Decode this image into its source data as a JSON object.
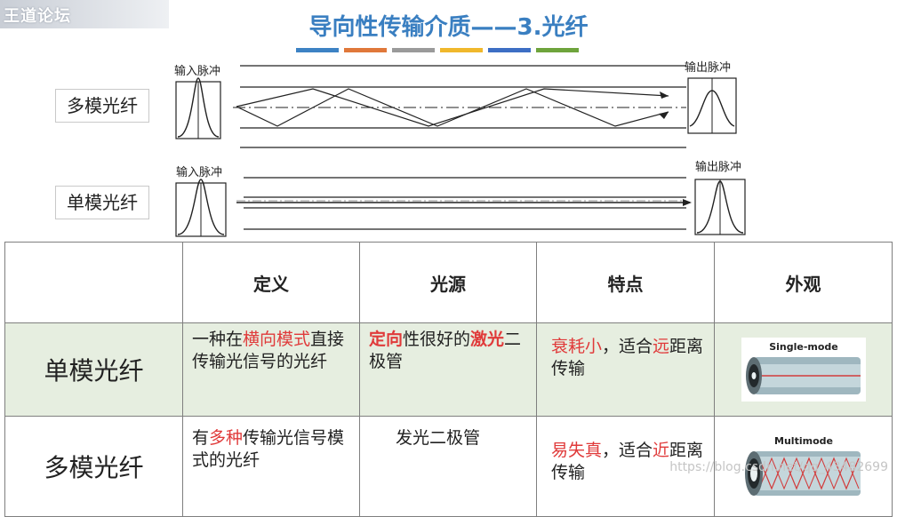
{
  "brand": {
    "name": "王道论坛"
  },
  "header": {
    "title": "导向性传输介质——3.光纤"
  },
  "accent_bars": [
    "#3d82c4",
    "#e0783a",
    "#9a9a9a",
    "#f0b82c",
    "#3d6ec4",
    "#6ea43c"
  ],
  "diagrams": {
    "multimode": {
      "label": "多模光纤",
      "input_label": "输入脉冲",
      "output_label": "输出脉冲"
    },
    "singlemode": {
      "label": "单模光纤",
      "input_label": "输入脉冲",
      "output_label": "输出脉冲"
    }
  },
  "table": {
    "headers": [
      "",
      "定义",
      "光源",
      "特点",
      "外观"
    ],
    "rows": [
      {
        "name": "单模光纤",
        "definition": [
          {
            "t": "一种在"
          },
          {
            "t": "横向模式",
            "red": true
          },
          {
            "t": "直接传输光信号的光纤"
          }
        ],
        "source": [
          {
            "t": "定向",
            "red": true,
            "bold": true
          },
          {
            "t": "性很好的"
          },
          {
            "t": "激光",
            "red": true,
            "bold": true
          },
          {
            "t": "二极管"
          }
        ],
        "feature": [
          {
            "t": "衰耗小",
            "red": true
          },
          {
            "t": "，适合"
          },
          {
            "t": "远",
            "red": true
          },
          {
            "t": "距离传输"
          }
        ],
        "appearance_caption": "Single-mode"
      },
      {
        "name": "多模光纤",
        "definition": [
          {
            "t": "有"
          },
          {
            "t": "多种",
            "red": true
          },
          {
            "t": "传输光信号模式的光纤"
          }
        ],
        "source": [
          {
            "t": "发光二极管"
          }
        ],
        "feature": [
          {
            "t": "易失真",
            "red": true
          },
          {
            "t": "，适合"
          },
          {
            "t": "近",
            "red": true
          },
          {
            "t": "距离传输"
          }
        ],
        "appearance_caption": "Multimode"
      }
    ]
  },
  "watermark": "https://blog.csdn.net/qq_43482699"
}
